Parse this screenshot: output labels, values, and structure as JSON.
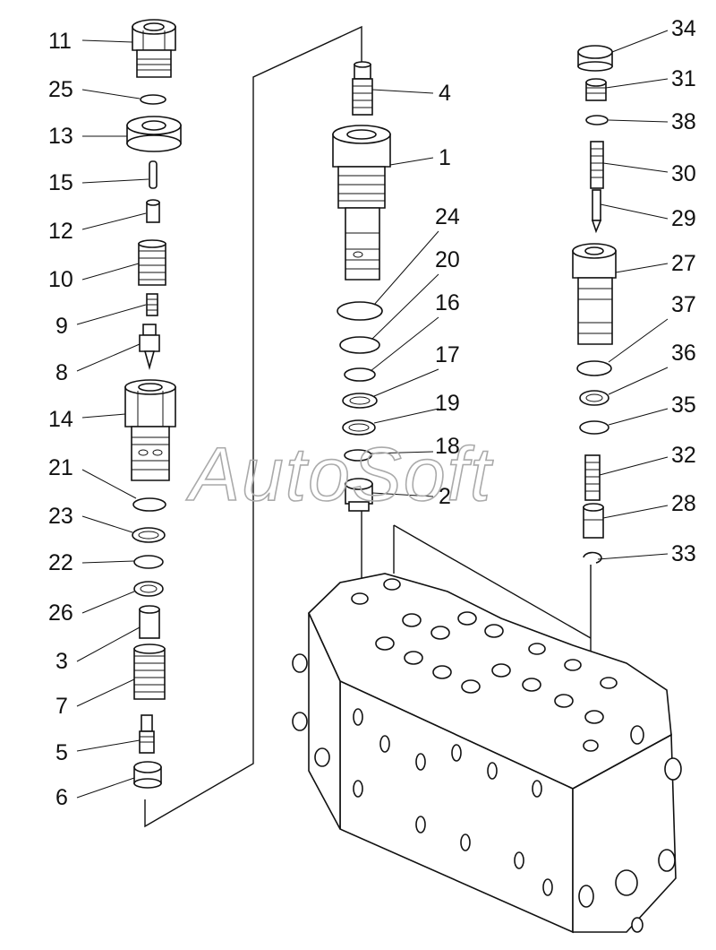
{
  "watermark": "AutoSoft",
  "callouts_left": {
    "c11": "11",
    "c25": "25",
    "c13": "13",
    "c15": "15",
    "c12": "12",
    "c10": "10",
    "c9": "9",
    "c8": "8",
    "c14": "14",
    "c21": "21",
    "c23": "23",
    "c22": "22",
    "c26": "26",
    "c3": "3",
    "c7": "7",
    "c5": "5",
    "c6": "6"
  },
  "callouts_center": {
    "c4": "4",
    "c1": "1",
    "c24": "24",
    "c20": "20",
    "c16": "16",
    "c17": "17",
    "c19": "19",
    "c18": "18",
    "c2": "2"
  },
  "callouts_right": {
    "c34": "34",
    "c31": "31",
    "c38": "38",
    "c30": "30",
    "c29": "29",
    "c27": "27",
    "c37": "37",
    "c36": "36",
    "c35": "35",
    "c32": "32",
    "c28": "28",
    "c33": "33"
  }
}
